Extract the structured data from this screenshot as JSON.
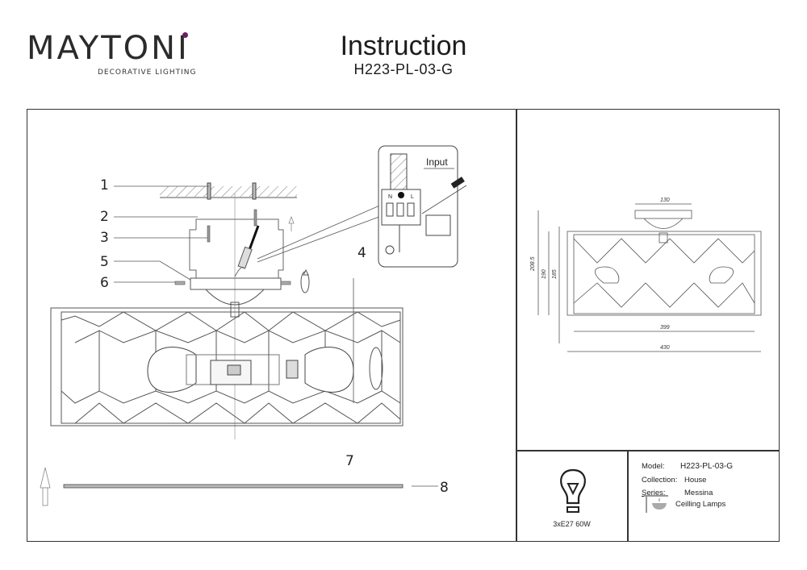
{
  "header": {
    "brand": "MAYTONI",
    "brand_tagline": "DECORATIVE LIGHTING",
    "title": "Instruction",
    "model_code": "H223-PL-03-G"
  },
  "colors": {
    "brand_accent": "#6b1f5e",
    "line": "#333333"
  },
  "assembly_diagram": {
    "callouts": [
      "1",
      "2",
      "3",
      "4",
      "5",
      "6",
      "7",
      "8"
    ],
    "wiring_label": "Input",
    "terminal_labels": [
      "N",
      "L"
    ]
  },
  "dimension_drawing": {
    "units": "mm",
    "dimensions": {
      "canopy_diameter": "130",
      "total_height": "208.5",
      "shade_height_outer": "190",
      "shade_height_inner": "185",
      "shade_width_inner": "399",
      "shade_width_outer": "430"
    }
  },
  "specs": {
    "bulb_icon": "light-bulb-icon",
    "bulb_spec": "3xE27 60W",
    "model_label": "Model:",
    "model_value": "H223-PL-03-G",
    "collection_label": "Collection:",
    "collection_value": "House",
    "series_label": "Series:",
    "series_value": "Messina",
    "category_icon": "ceiling-lamp-icon",
    "category_value": "Ceilling Lamps"
  }
}
